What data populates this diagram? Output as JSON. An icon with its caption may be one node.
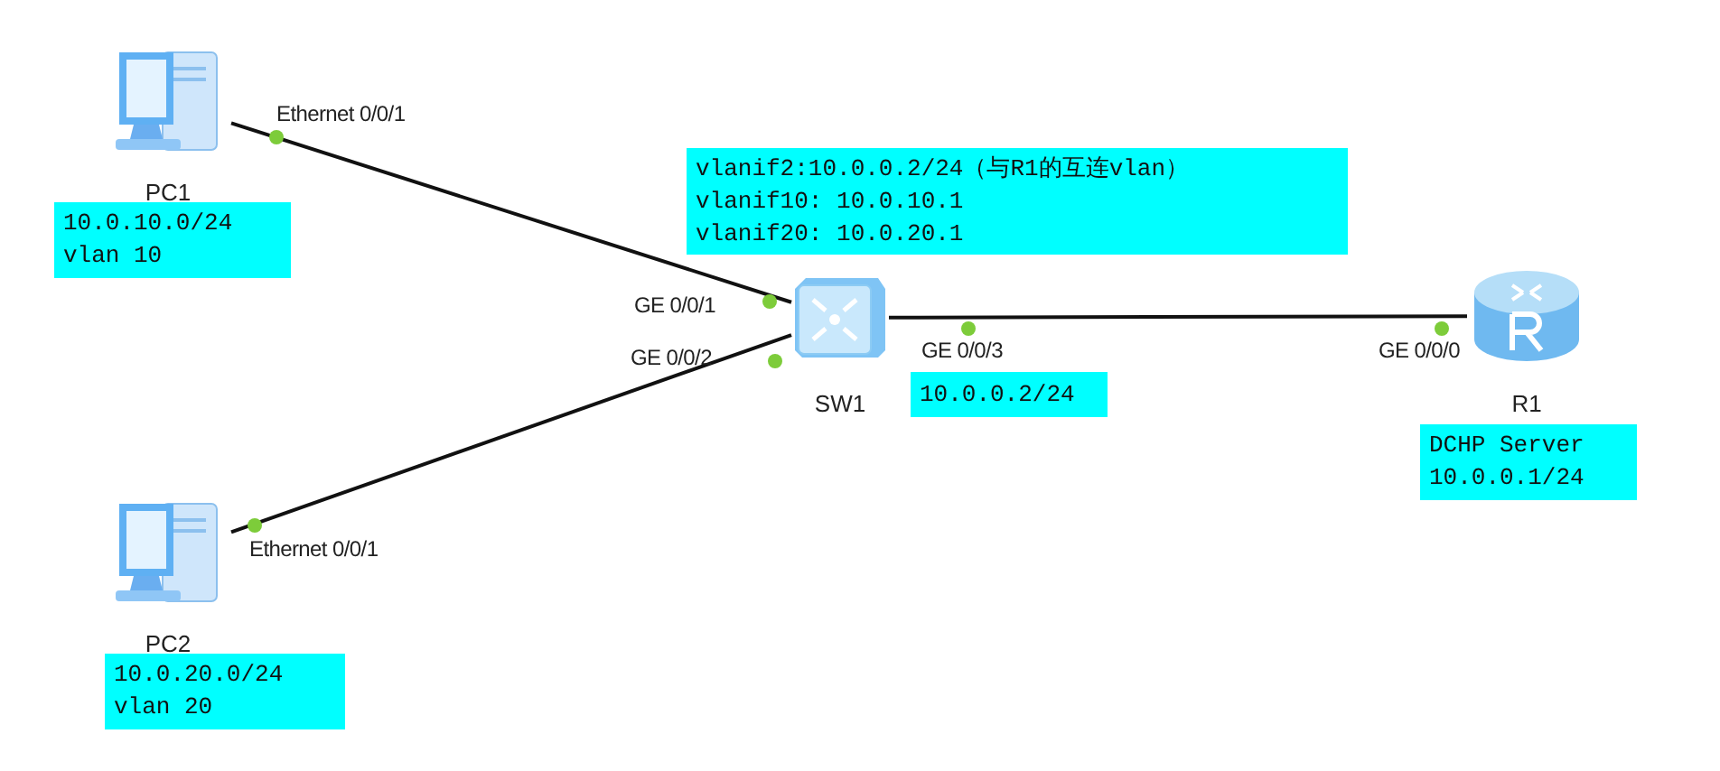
{
  "diagram": {
    "nodes": [
      {
        "text": [
          "PC1"
        ]
      },
      {
        "text": [
          "10.0.10.0/24",
          "vlan 10"
        ]
      },
      {
        "text": [
          "vlanif2:10.0.0.2/24（与R1的互连vlan）",
          "vlanif10: 10.0.10.1",
          "vlanif20: 10.0.20.1"
        ]
      },
      {
        "text": [
          "SW1"
        ]
      },
      {
        "text": [
          "10.0.0.2/24"
        ]
      },
      {
        "text": [
          "R1"
        ]
      },
      {
        "text": [
          "DCHP Server",
          "10.0.0.1/24"
        ]
      },
      {
        "text": [
          "PC2"
        ]
      },
      {
        "text": [
          "10.0.20.0/24",
          "vlan 20"
        ]
      }
    ],
    "edges": [
      {
        "from": 0,
        "to": 3,
        "arrow": "none"
      },
      {
        "from": 7,
        "to": 3,
        "arrow": "none"
      },
      {
        "from": 3,
        "to": 5,
        "arrow": "none"
      }
    ],
    "labels": [
      "Ethernet 0/0/1",
      "GE 0/0/1",
      "GE 0/0/2",
      "GE 0/0/3",
      "GE 0/0/0",
      "Ethernet 0/0/1"
    ]
  }
}
